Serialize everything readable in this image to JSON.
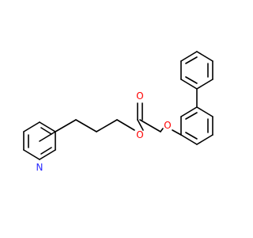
{
  "molecule": {
    "atoms": [
      {
        "id": "N1",
        "label": "N"
      },
      {
        "id": "O_ester",
        "label": "O"
      },
      {
        "id": "O_carbonyl",
        "label": "O"
      },
      {
        "id": "O_ether",
        "label": "O"
      }
    ]
  },
  "colors": {
    "bond": "#000000",
    "nitrogen": "#2a2aff",
    "oxygen": "#ff0000"
  }
}
